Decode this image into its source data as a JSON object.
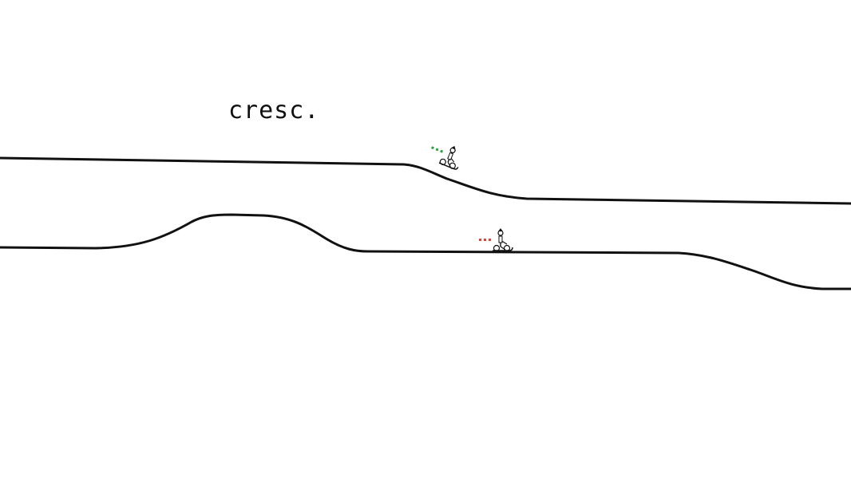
{
  "level": {
    "annotation": "cresc."
  },
  "tracks": [
    {
      "name": "upper-track",
      "stroke": "#111111"
    },
    {
      "name": "lower-track",
      "stroke": "#111111"
    }
  ],
  "riders": [
    {
      "name": "upper-rider",
      "trail_color": "#2e9e3e"
    },
    {
      "name": "lower-rider",
      "trail_color": "#d9473a"
    }
  ],
  "colors": {
    "background": "#ffffff",
    "ink": "#111111"
  }
}
